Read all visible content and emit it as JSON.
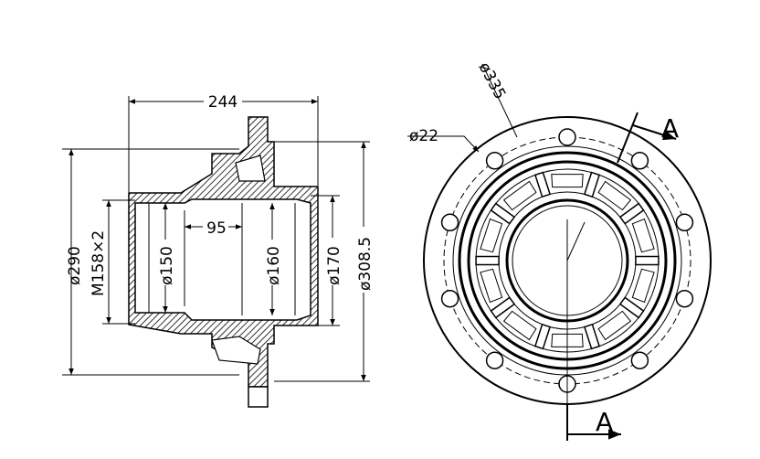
{
  "side_view": {
    "overall_length": "244",
    "outer_diameter": "ø290",
    "thread": "M158×2",
    "bore_150": "ø150",
    "bore_160": "ø160",
    "bore_170": "ø170",
    "recess_length": "95",
    "flange_diameter": "ø308.5"
  },
  "front_view": {
    "bolt_circle": "ø335",
    "bolt_hole": "ø22",
    "section_top": "A",
    "section_bottom": "A"
  }
}
